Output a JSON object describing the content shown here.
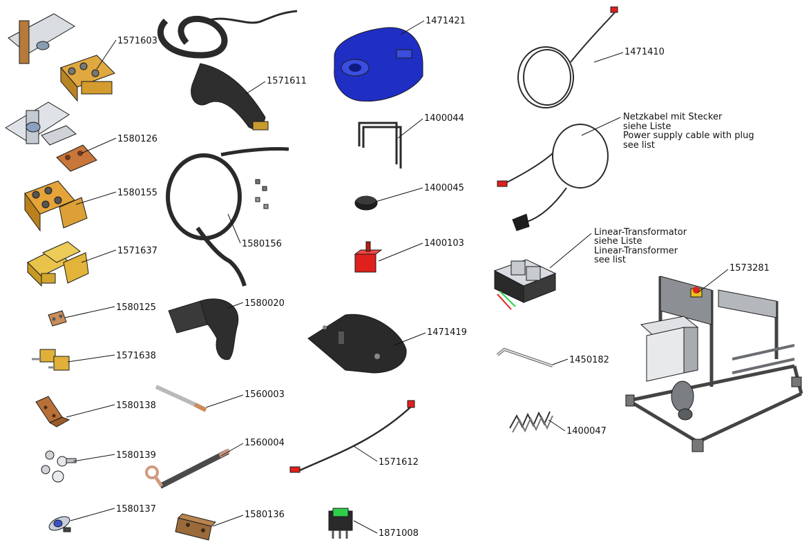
{
  "parts": [
    {
      "id": "1571603",
      "icon": "terminal-bracket-icon"
    },
    {
      "id": "1580126",
      "icon": "bracket-plate-icon"
    },
    {
      "id": "1580155",
      "icon": "terminal-block-icon"
    },
    {
      "id": "1571637",
      "icon": "clamp-block-icon"
    },
    {
      "id": "1580125",
      "icon": "small-clamp-icon"
    },
    {
      "id": "1571638",
      "icon": "clamp-pair-icon"
    },
    {
      "id": "1580138",
      "icon": "copper-strip-icon"
    },
    {
      "id": "1580139",
      "icon": "nuts-screws-icon"
    },
    {
      "id": "1580137",
      "icon": "connector-plug-icon"
    },
    {
      "id": "1571611",
      "icon": "welding-handle-cable-icon"
    },
    {
      "id": "1580156",
      "icon": "cable-with-sleeve-icon"
    },
    {
      "id": "1580020",
      "icon": "handle-shell-icon"
    },
    {
      "id": "1560003",
      "icon": "rod-icon"
    },
    {
      "id": "1560004",
      "icon": "ring-terminal-rod-icon"
    },
    {
      "id": "1580136",
      "icon": "bar-icon"
    },
    {
      "id": "1471421",
      "icon": "housing-cover-icon"
    },
    {
      "id": "1400044",
      "icon": "wire-bracket-icon"
    },
    {
      "id": "1400045",
      "icon": "round-cap-icon"
    },
    {
      "id": "1400103",
      "icon": "red-socket-icon"
    },
    {
      "id": "1471419",
      "icon": "base-plate-icon"
    },
    {
      "id": "1571612",
      "icon": "jumper-cable-icon"
    },
    {
      "id": "1871008",
      "icon": "rocker-switch-icon"
    },
    {
      "id": "1471410",
      "icon": "coiled-cable-icon"
    },
    {
      "id": "1450182",
      "icon": "hex-key-icon"
    },
    {
      "id": "1400047",
      "icon": "terminal-strip-icon"
    },
    {
      "id": "1573281",
      "icon": "machine-frame-icon"
    }
  ],
  "notes": {
    "power_cable": [
      "Netzkabel mit Stecker",
      "siehe Liste",
      "Power supply cable with plug",
      "see list"
    ],
    "transformer": [
      "Linear-Transformator",
      "siehe Liste",
      "Linear-Transformer",
      "see list"
    ]
  },
  "colors": {
    "brass": "#d9a632",
    "copper": "#c8763a",
    "blue": "#1f2fc4",
    "red": "#e0201c",
    "steel": "#9aa0a8",
    "dark": "#2b2b2b"
  }
}
